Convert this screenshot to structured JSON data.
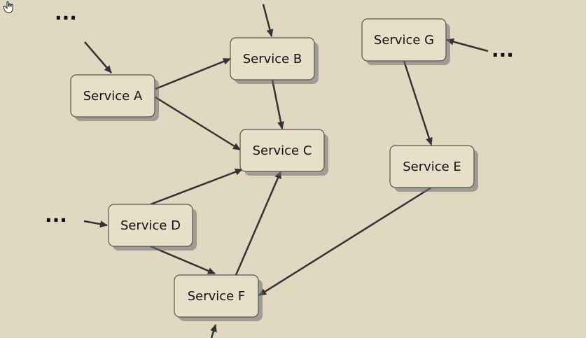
{
  "nodes": [
    {
      "id": "A",
      "label": "Service A"
    },
    {
      "id": "B",
      "label": "Service B"
    },
    {
      "id": "C",
      "label": "Service C"
    },
    {
      "id": "D",
      "label": "Service D"
    },
    {
      "id": "E",
      "label": "Service E"
    },
    {
      "id": "F",
      "label": "Service F"
    },
    {
      "id": "G",
      "label": "Service G"
    }
  ],
  "edges": [
    {
      "from": "A",
      "to": "B"
    },
    {
      "from": "A",
      "to": "C"
    },
    {
      "from": "B",
      "to": "C"
    },
    {
      "from": "D",
      "to": "C"
    },
    {
      "from": "D",
      "to": "F"
    },
    {
      "from": "F",
      "to": "C"
    },
    {
      "from": "G",
      "to": "E"
    },
    {
      "from": "E",
      "to": "F"
    }
  ],
  "ellipses": [
    {
      "id": "top-left",
      "text": "..."
    },
    {
      "id": "left",
      "text": "..."
    },
    {
      "id": "right",
      "text": "..."
    }
  ],
  "colors": {
    "background": "#e0d8c0",
    "node_fill": "#e7dfc8",
    "node_stroke": "#555555",
    "shadow": "#6b6b6b",
    "edge": "#333333"
  },
  "icons": {
    "cursor": "hand-pointer-icon"
  }
}
